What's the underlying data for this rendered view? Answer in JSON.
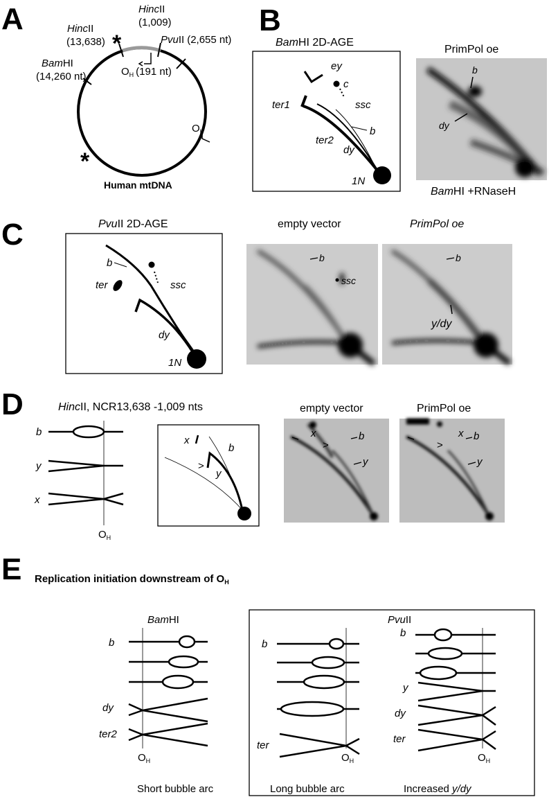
{
  "panels": {
    "A": {
      "letter": "A",
      "hinc_left_a": "Hinc",
      "hinc_left_b": "II",
      "hinc_left_pos": "(13,638)",
      "hinc_right_a": "Hinc",
      "hinc_right_b": "II",
      "hinc_right_pos": "(1,009)",
      "pvu_a": "Pvu",
      "pvu_b": "II",
      "pvu_pos": "(2,655 nt)",
      "bam_a": "Bam",
      "bam_b": "HI",
      "bam_pos": "(14,260 nt)",
      "oh_main": "O",
      "oh_sub": "H",
      "oh_pos": "(191 nt)",
      "ol_main": "O",
      "ol_sub": "L",
      "star": "*",
      "caption": "Human mtDNA"
    },
    "B": {
      "letter": "B",
      "title_a": "Bam",
      "title_b": "HI  2D-AGE",
      "ey": "ey",
      "c": "c",
      "ter1": "ter1",
      "ssc": "ssc",
      "b": "b",
      "ter2": "ter2",
      "dy": "dy",
      "n1": "1N",
      "blot_title": "PrimPol oe",
      "blot_b": "b",
      "blot_dy": "dy",
      "blot_caption_a": "Bam",
      "blot_caption_b": "HI  +RNaseH"
    },
    "C": {
      "letter": "C",
      "title_a": "Pvu",
      "title_b": "II  2D-AGE",
      "b": "b",
      "ter": "ter",
      "ssc": "ssc",
      "dy": "dy",
      "n1": "1N",
      "blot1_title": "empty vector",
      "blot1_b": "b",
      "blot1_ssc": "ssc",
      "blot2_title": "PrimPol oe",
      "blot2_b": "b",
      "blot2_ydy": "y/dy"
    },
    "D": {
      "letter": "D",
      "title_a": "Hinc",
      "title_b": "II, NCR13,638 -1,009 nts",
      "b": "b",
      "y": "y",
      "x": "x",
      "oh_main": "O",
      "oh_sub": "H",
      "diag_x": "x",
      "diag_b": "b",
      "diag_y": "y",
      "diag_arrow": ">",
      "blot1_title": "empty vector",
      "blot1_x": "x",
      "blot1_b": "b",
      "blot1_y": "y",
      "blot1_arrow": ">",
      "blot2_title": "PrimPol oe",
      "blot2_x": "x",
      "blot2_b": "b",
      "blot2_y": "y",
      "blot2_arrow": ">"
    },
    "E": {
      "letter": "E",
      "heading_main": "Replication initiation downstream of O",
      "heading_sub": "H",
      "bam_a": "Bam",
      "bam_b": "HI",
      "pvu_a": "Pvu",
      "pvu_b": "II",
      "bam_b_lbl": "b",
      "bam_dy": "dy",
      "bam_ter2": "ter2",
      "pvu_b_lbl": "b",
      "pvu_ter": "ter",
      "pvu2_b": "b",
      "pvu2_y": "y",
      "pvu2_dy": "dy",
      "pvu2_ter": "ter",
      "oh_main": "O",
      "oh_sub": "H",
      "cap1": "Short bubble arc",
      "cap2": "Long bubble arc",
      "cap3_a": "Increased ",
      "cap3_b": "y/dy"
    }
  }
}
